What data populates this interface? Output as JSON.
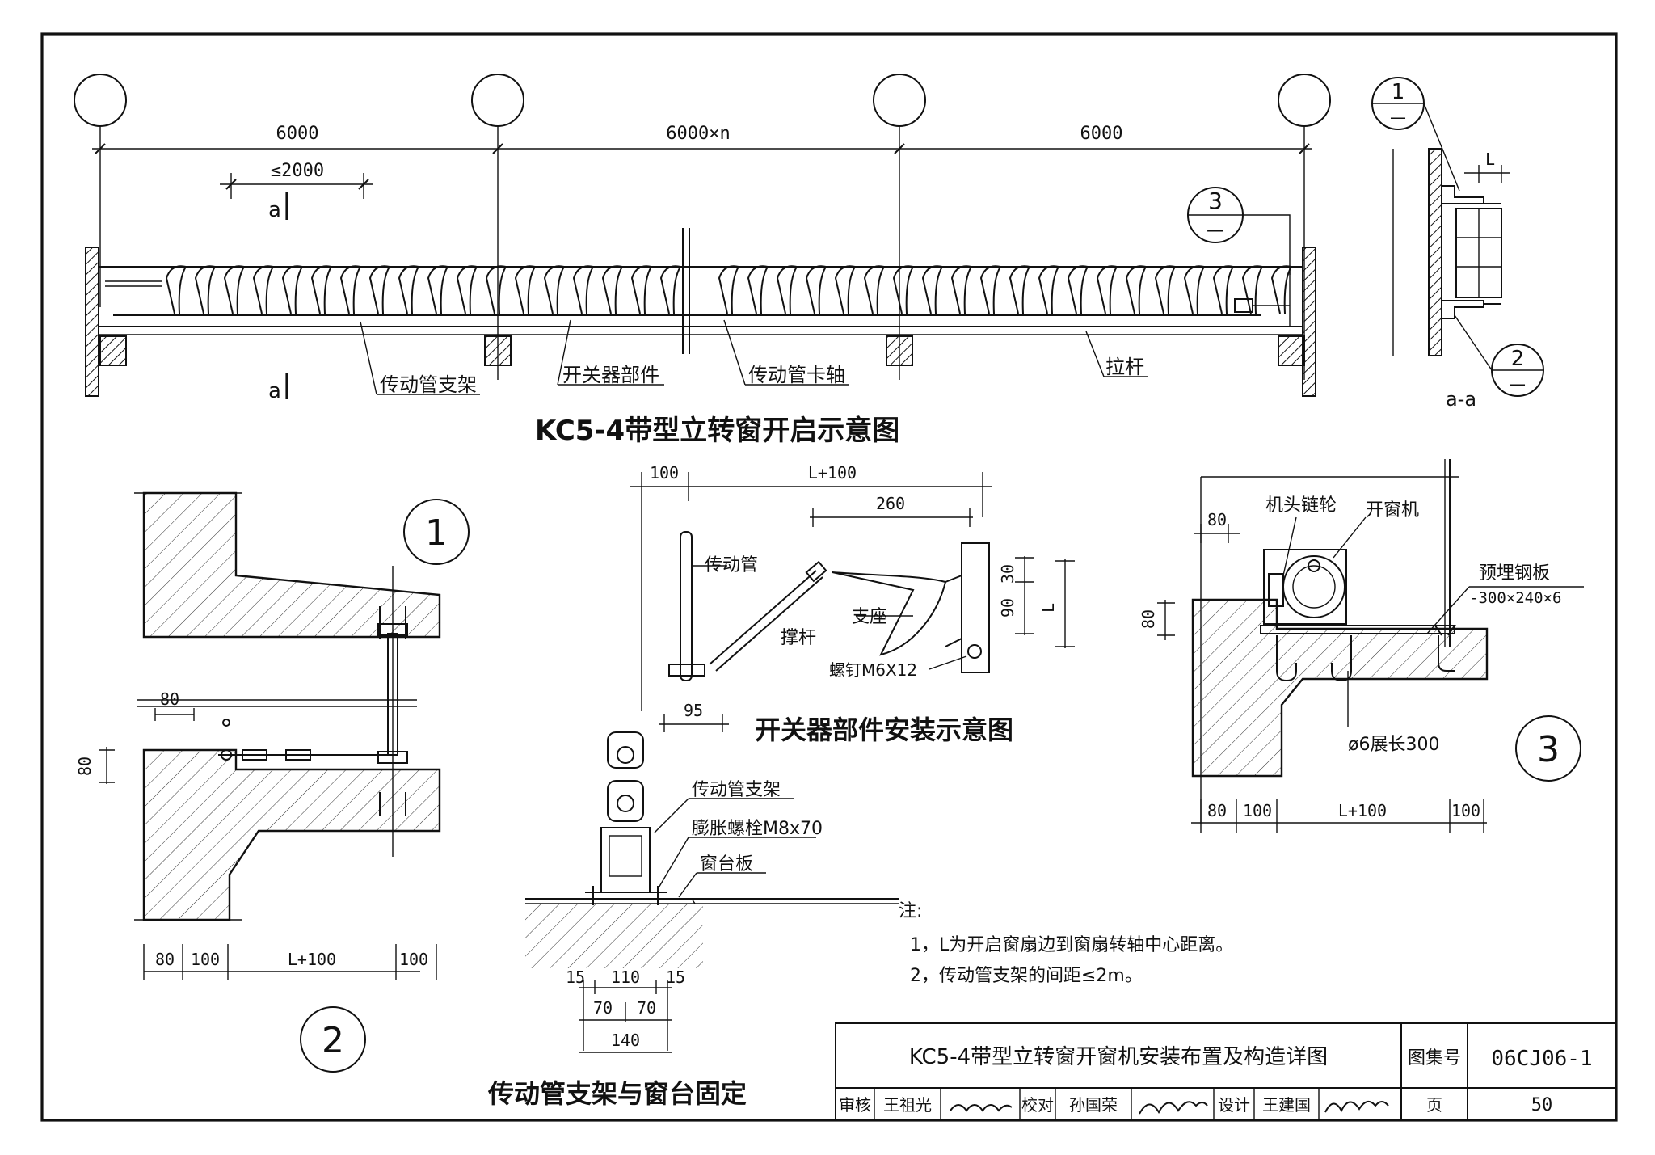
{
  "main_view": {
    "title": "KC5-4带型立转窗开启示意图",
    "dims": [
      "6000",
      "6000×n",
      "6000",
      "≤2000"
    ],
    "section_marks": [
      "a",
      "a"
    ],
    "labels": [
      "传动管支架",
      "开关器部件",
      "传动管卡轴",
      "拉杆"
    ],
    "callout_3": [
      "3",
      "—"
    ]
  },
  "section_aa": {
    "label": "a-a",
    "dim_L": "L",
    "callouts": [
      [
        "1",
        "—"
      ],
      [
        "2",
        "—"
      ]
    ]
  },
  "detail_1": {
    "number": "1",
    "dims": [
      "80",
      "80"
    ]
  },
  "detail_2": {
    "number": "2",
    "dims": [
      "80",
      "100",
      "L+100",
      "100"
    ]
  },
  "switch_part": {
    "title": "开关器部件安装示意图",
    "dims": [
      "100",
      "L+100",
      "260",
      "30",
      "90",
      "L",
      "95"
    ],
    "labels": [
      "传动管",
      "支座",
      "撑杆",
      "螺钉M6X12"
    ]
  },
  "bracket_fix": {
    "title": "传动管支架与窗台固定",
    "labels": [
      "传动管支架",
      "膨胀螺栓M8x70",
      "窗台板"
    ],
    "dims": [
      "15",
      "110",
      "15",
      "70",
      "70",
      "140"
    ]
  },
  "detail_3": {
    "number": "3",
    "labels": [
      "机头链轮",
      "开窗机",
      "预埋钢板",
      "-300×240×6",
      "ø6展长300"
    ],
    "dims": [
      "80",
      "80",
      "80",
      "100",
      "L+100",
      "100"
    ]
  },
  "notes": {
    "heading": "注:",
    "items": [
      "1，L为开启窗扇边到窗扇转轴中心距离。",
      "2，传动管支架的间距≤2m。"
    ]
  },
  "title_block": {
    "drawing_title": "KC5-4带型立转窗开窗机安装布置及构造详图",
    "atlas_label": "图集号",
    "atlas_no": "06CJ06-1",
    "review_label": "审核",
    "reviewer": "王祖光",
    "check_label": "校对",
    "checker": "孙国荣",
    "design_label": "设计",
    "designer": "王建国",
    "page_label": "页",
    "page_no": "50"
  }
}
